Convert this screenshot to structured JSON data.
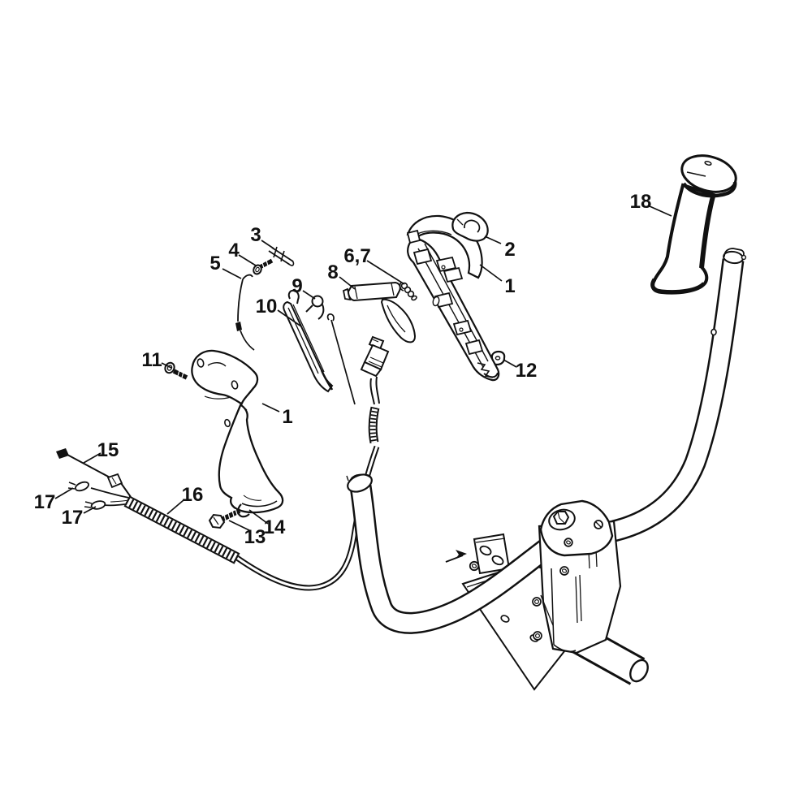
{
  "figure": {
    "kind": "exploded-parts-diagram",
    "background_color": "#ffffff",
    "line_color": "#111111"
  },
  "callouts": [
    {
      "part": "3",
      "label": "3"
    },
    {
      "part": "4",
      "label": "4"
    },
    {
      "part": "5",
      "label": "5"
    },
    {
      "part": "6-7",
      "label": "6,7"
    },
    {
      "part": "8",
      "label": "8"
    },
    {
      "part": "9",
      "label": "9"
    },
    {
      "part": "10",
      "label": "10"
    },
    {
      "part": "2",
      "label": "2"
    },
    {
      "part": "1-right",
      "label": "1"
    },
    {
      "part": "18",
      "label": "18"
    },
    {
      "part": "11",
      "label": "11"
    },
    {
      "part": "12",
      "label": "12"
    },
    {
      "part": "1-left",
      "label": "1"
    },
    {
      "part": "15",
      "label": "15"
    },
    {
      "part": "16",
      "label": "16"
    },
    {
      "part": "17-upper",
      "label": "17"
    },
    {
      "part": "17-lower",
      "label": "17"
    },
    {
      "part": "14",
      "label": "14"
    },
    {
      "part": "13",
      "label": "13"
    }
  ]
}
